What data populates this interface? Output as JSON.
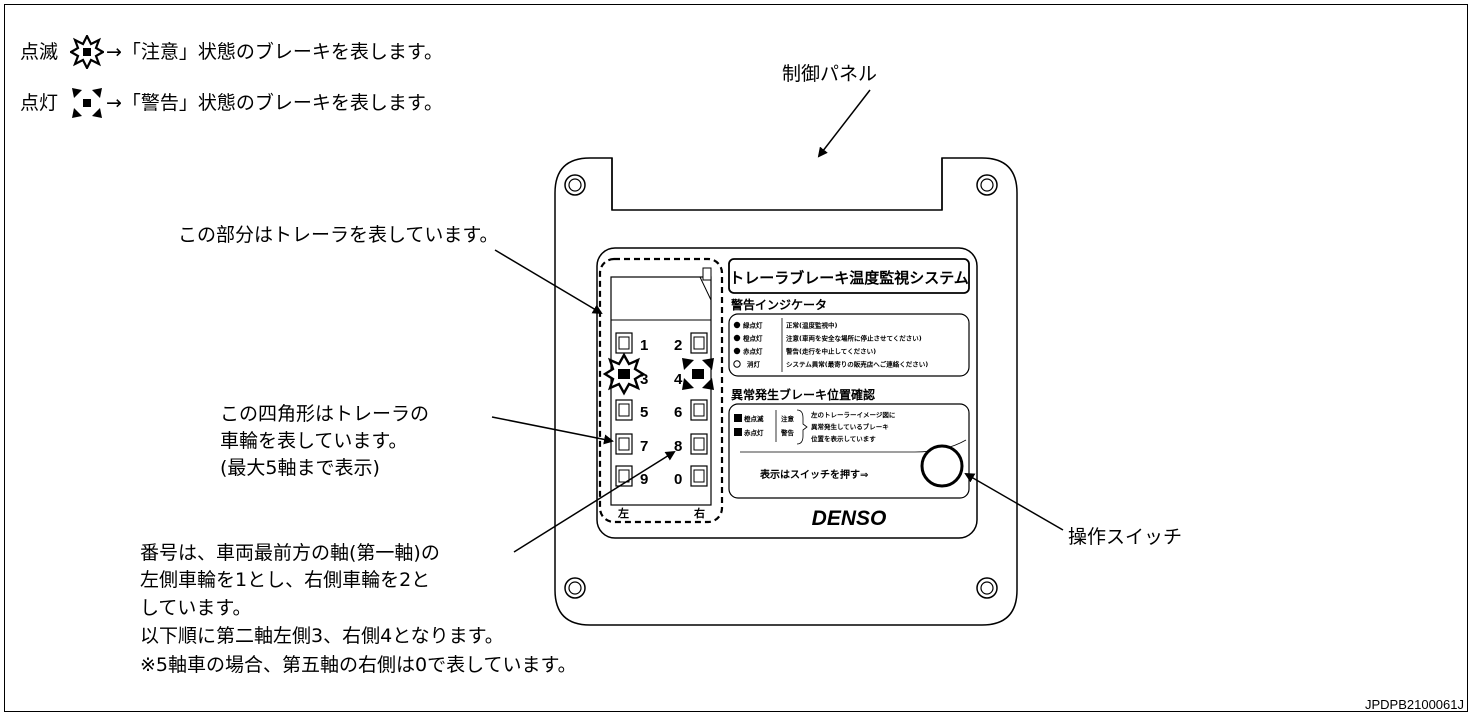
{
  "legend": {
    "blink_word": "点滅",
    "blink_text": "→「注意」状態のブレーキを表します。",
    "lit_word": "点灯",
    "lit_text": "→「警告」状態のブレーキを表します。"
  },
  "callouts": {
    "control_panel": "制御パネル",
    "trailer_part": "この部分はトレーラを表しています。",
    "wheel_squares_1": "この四角形はトレーラの",
    "wheel_squares_2": "車輪を表しています。",
    "wheel_squares_3": "(最大5軸まで表示)",
    "numbering_1": "番号は、車両最前方の軸(第一軸)の",
    "numbering_2": "左側車輪を1とし、右側車輪を2と",
    "numbering_3": "しています。",
    "numbering_4": "以下順に第二軸左側3、右側4となります。",
    "numbering_5": "※5軸車の場合、第五軸の右側は0で表しています。",
    "operation_switch": "操作スイッチ"
  },
  "panel": {
    "system_title": "トレーラブレーキ温度監視システム",
    "indicator_heading": "警告インジケータ",
    "indicator_rows": [
      {
        "state": "緑点灯",
        "desc": "正常(温度監視中)"
      },
      {
        "state": "橙点灯",
        "desc": "注意(車両を安全な場所に停止させてください)"
      },
      {
        "state": "赤点灯",
        "desc": "警告(走行を中止してください)"
      },
      {
        "state": "消灯",
        "desc": "システム異常(最寄りの販売店へご連絡ください)"
      }
    ],
    "location_heading": "異常発生ブレーキ位置確認",
    "location_rows": [
      {
        "state": "橙点滅",
        "level": "注意"
      },
      {
        "state": "赤点灯",
        "level": "警告"
      }
    ],
    "location_desc": [
      "左のトレーラーイメージ図に",
      "異常発生しているブレーキ",
      "位置を表示しています"
    ],
    "switch_prompt": "表示はスイッチを押す⇒",
    "brand": "DENSO",
    "wheel_numbers": [
      [
        "1",
        "2"
      ],
      [
        "3",
        "4"
      ],
      [
        "5",
        "6"
      ],
      [
        "7",
        "8"
      ],
      [
        "9",
        "0"
      ]
    ],
    "left_label": "左",
    "right_label": "右"
  },
  "footer": {
    "code": "JPDPB2100061J"
  }
}
